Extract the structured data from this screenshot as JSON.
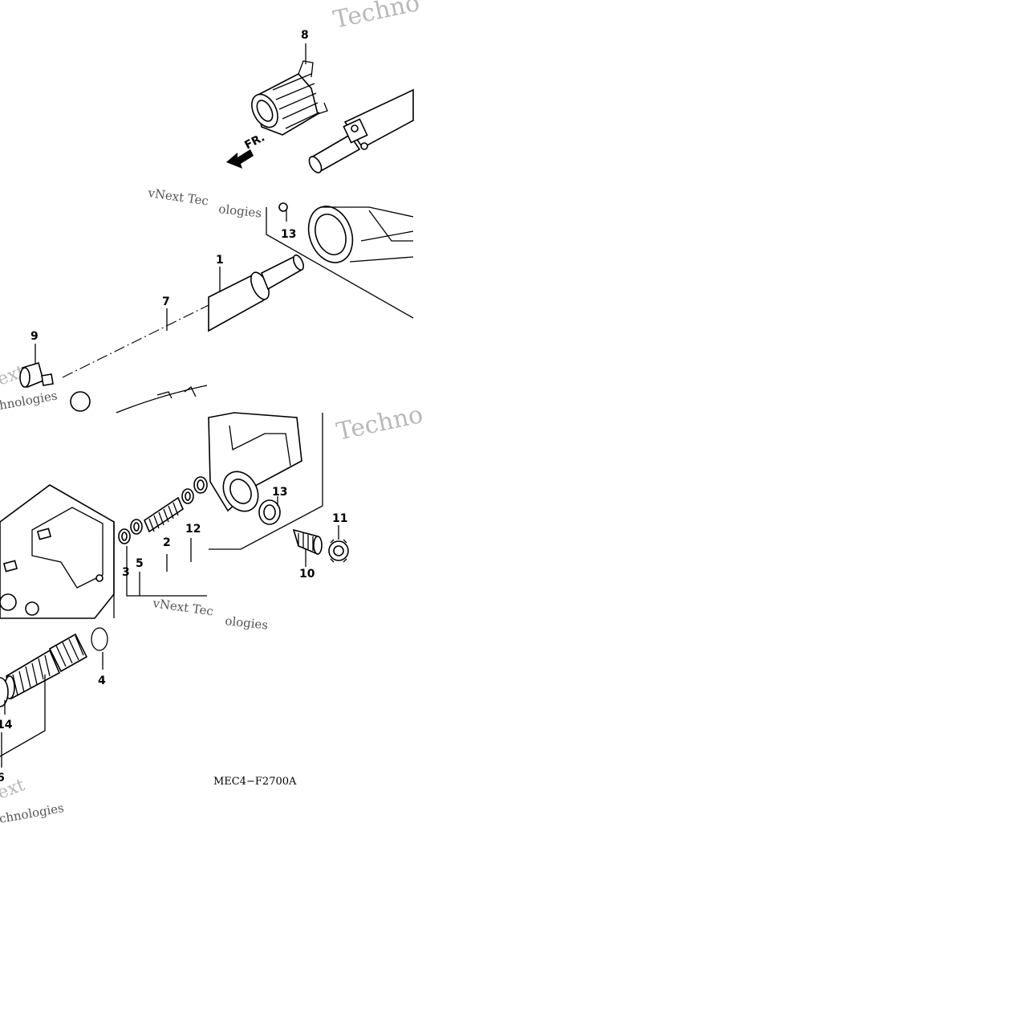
{
  "diagram": {
    "drawing_code": "MEC4−F2700A",
    "front_indicator": "FR.",
    "callouts": [
      {
        "id": "8",
        "label": "8"
      },
      {
        "id": "13a",
        "label": "13"
      },
      {
        "id": "1",
        "label": "1"
      },
      {
        "id": "7",
        "label": "7"
      },
      {
        "id": "9",
        "label": "9"
      },
      {
        "id": "13b",
        "label": "13"
      },
      {
        "id": "11",
        "label": "11"
      },
      {
        "id": "12",
        "label": "12"
      },
      {
        "id": "2",
        "label": "2"
      },
      {
        "id": "3",
        "label": "3"
      },
      {
        "id": "5",
        "label": "5"
      },
      {
        "id": "10",
        "label": "10"
      },
      {
        "id": "4",
        "label": "4"
      },
      {
        "id": "14",
        "label": "14"
      },
      {
        "id": "6",
        "label": "6"
      }
    ],
    "watermarks": [
      "Techno",
      "vNext Tec",
      "ologies",
      "ext",
      "hnologies",
      "Techno",
      "vNext Tec",
      "ologies",
      "ext",
      "chnologies"
    ]
  }
}
